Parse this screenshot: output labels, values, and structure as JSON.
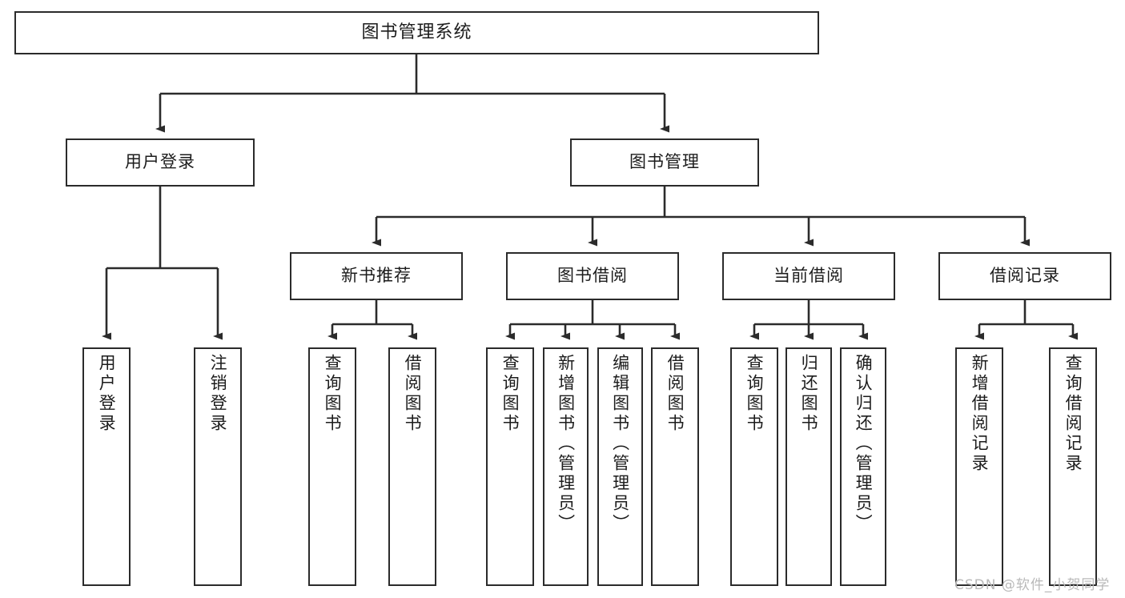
{
  "diagram": {
    "title": "图书管理系统",
    "type": "tree-hierarchy-chart",
    "watermark": "CSDN @软件_小贺同学",
    "colors": {
      "stroke": "#2b2b2b",
      "fill": "#ffffff",
      "text": "#1c1c1c",
      "watermark": "#b9b9b9"
    },
    "nodes": {
      "root": {
        "label": "图书管理系统",
        "orientation": "horizontal"
      },
      "user_login": {
        "label": "用户登录",
        "orientation": "horizontal"
      },
      "book_manage": {
        "label": "图书管理",
        "orientation": "horizontal"
      },
      "new_book_rec": {
        "label": "新书推荐",
        "orientation": "horizontal"
      },
      "book_borrow": {
        "label": "图书借阅",
        "orientation": "horizontal"
      },
      "current_borrow": {
        "label": "当前借阅",
        "orientation": "horizontal"
      },
      "borrow_record": {
        "label": "借阅记录",
        "orientation": "horizontal"
      },
      "leaf_user_login": {
        "label": "用户登录",
        "orientation": "vertical"
      },
      "leaf_logout": {
        "label": "注销登录",
        "orientation": "vertical"
      },
      "leaf_query_book_1": {
        "label": "查询图书",
        "orientation": "vertical"
      },
      "leaf_borrow_book_1": {
        "label": "借阅图书",
        "orientation": "vertical"
      },
      "leaf_query_book_2": {
        "label": "查询图书",
        "orientation": "vertical"
      },
      "leaf_add_book": {
        "label": "新增图书（管理员）",
        "orientation": "vertical"
      },
      "leaf_edit_book": {
        "label": "编辑图书（管理员）",
        "orientation": "vertical"
      },
      "leaf_borrow_book_2": {
        "label": "借阅图书",
        "orientation": "vertical"
      },
      "leaf_query_book_3": {
        "label": "查询图书",
        "orientation": "vertical"
      },
      "leaf_return_book": {
        "label": "归还图书",
        "orientation": "vertical"
      },
      "leaf_confirm_return": {
        "label": "确认归还（管理员）",
        "orientation": "vertical"
      },
      "leaf_add_record": {
        "label": "新增借阅记录",
        "orientation": "vertical"
      },
      "leaf_query_record": {
        "label": "查询借阅记录",
        "orientation": "vertical"
      }
    },
    "edges": [
      {
        "from": "root",
        "to": "user_login"
      },
      {
        "from": "root",
        "to": "book_manage"
      },
      {
        "from": "user_login",
        "to": "leaf_user_login"
      },
      {
        "from": "user_login",
        "to": "leaf_logout"
      },
      {
        "from": "book_manage",
        "to": "new_book_rec"
      },
      {
        "from": "book_manage",
        "to": "book_borrow"
      },
      {
        "from": "book_manage",
        "to": "current_borrow"
      },
      {
        "from": "book_manage",
        "to": "borrow_record"
      },
      {
        "from": "new_book_rec",
        "to": "leaf_query_book_1"
      },
      {
        "from": "new_book_rec",
        "to": "leaf_borrow_book_1"
      },
      {
        "from": "book_borrow",
        "to": "leaf_query_book_2"
      },
      {
        "from": "book_borrow",
        "to": "leaf_add_book"
      },
      {
        "from": "book_borrow",
        "to": "leaf_edit_book"
      },
      {
        "from": "book_borrow",
        "to": "leaf_borrow_book_2"
      },
      {
        "from": "current_borrow",
        "to": "leaf_query_book_3"
      },
      {
        "from": "current_borrow",
        "to": "leaf_return_book"
      },
      {
        "from": "current_borrow",
        "to": "leaf_confirm_return"
      },
      {
        "from": "borrow_record",
        "to": "leaf_add_record"
      },
      {
        "from": "borrow_record",
        "to": "leaf_query_record"
      }
    ]
  }
}
